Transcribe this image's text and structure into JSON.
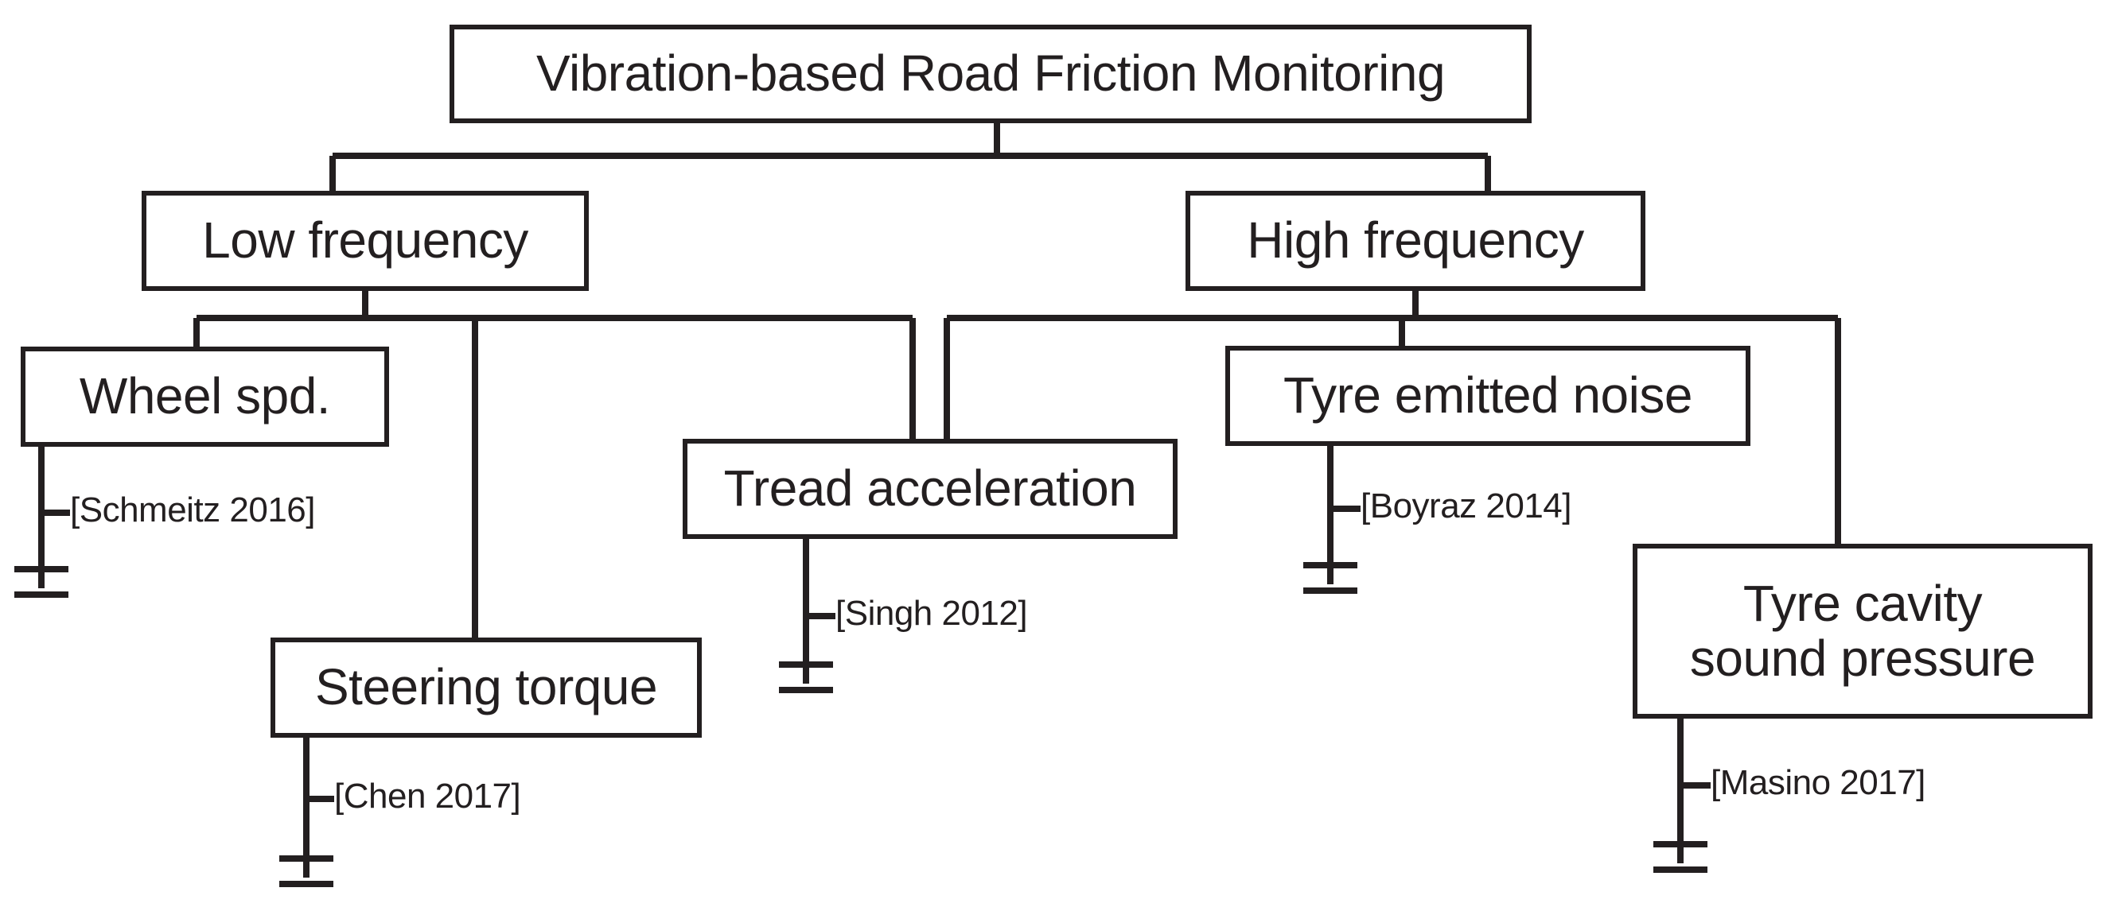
{
  "diagram": {
    "title": "Vibration-based Road Friction Monitoring",
    "type": "tree-taxonomy",
    "colors": {
      "stroke": "#231f20",
      "background": "#ffffff",
      "text": "#231f20"
    },
    "nodes": {
      "root": {
        "label": "Vibration-based Road Friction Monitoring"
      },
      "low_frequency": {
        "label": "Low frequency"
      },
      "high_frequency": {
        "label": "High frequency"
      },
      "wheel_spd": {
        "label": "Wheel spd."
      },
      "steering_torque": {
        "label": "Steering torque"
      },
      "tread_acceleration": {
        "label": "Tread acceleration"
      },
      "tyre_emitted_noise": {
        "label": "Tyre emitted noise"
      },
      "tyre_cavity_sound_pressure": {
        "label": "Tyre cavity\nsound pressure"
      }
    },
    "citations": {
      "schmeitz": "[Schmeitz 2016]",
      "chen": "[Chen 2017]",
      "singh": "[Singh 2012]",
      "boyraz": "[Boyraz 2014]",
      "masino": "[Masino 2017]"
    },
    "edges": [
      {
        "from": "root",
        "to": "low_frequency"
      },
      {
        "from": "root",
        "to": "high_frequency"
      },
      {
        "from": "low_frequency",
        "to": "wheel_spd"
      },
      {
        "from": "low_frequency",
        "to": "steering_torque"
      },
      {
        "from": "low_frequency",
        "to": "tread_acceleration"
      },
      {
        "from": "high_frequency",
        "to": "tread_acceleration"
      },
      {
        "from": "high_frequency",
        "to": "tyre_emitted_noise"
      },
      {
        "from": "high_frequency",
        "to": "tyre_cavity_sound_pressure"
      },
      {
        "from": "wheel_spd",
        "to": "schmeitz"
      },
      {
        "from": "steering_torque",
        "to": "chen"
      },
      {
        "from": "tread_acceleration",
        "to": "singh"
      },
      {
        "from": "tyre_emitted_noise",
        "to": "boyraz"
      },
      {
        "from": "tyre_cavity_sound_pressure",
        "to": "masino"
      }
    ]
  }
}
